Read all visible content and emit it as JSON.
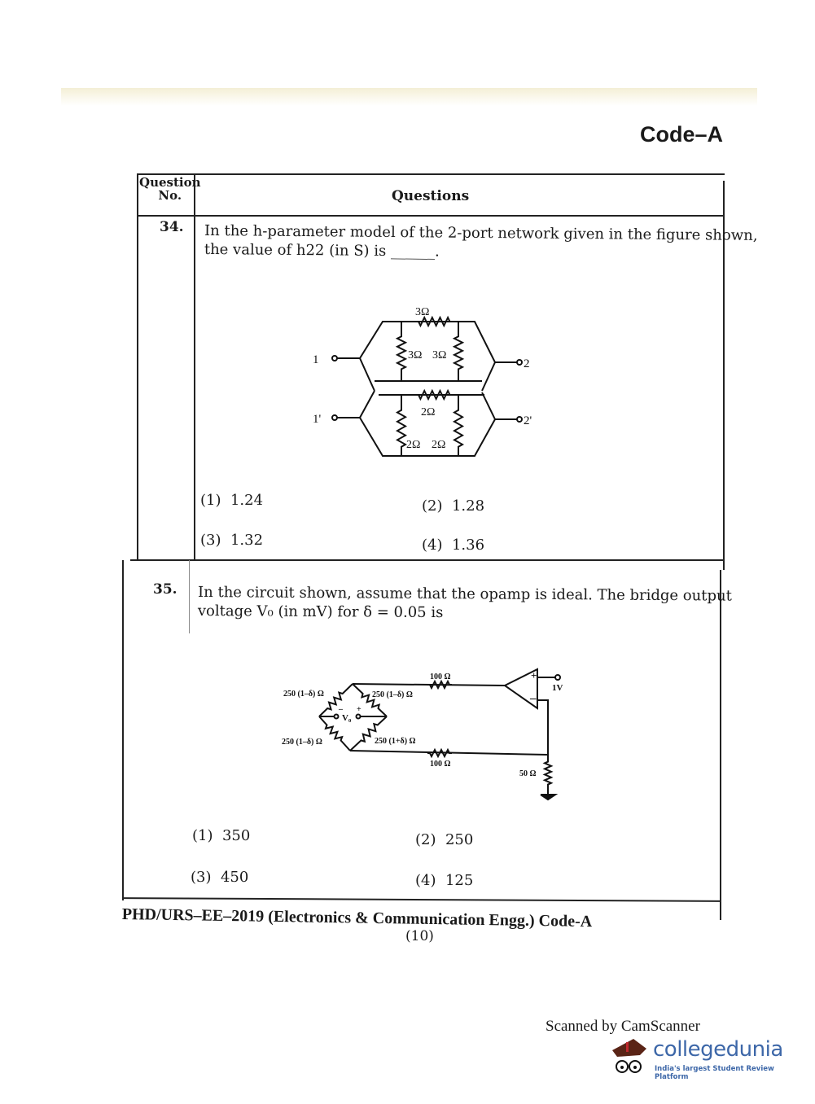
{
  "header": {
    "code": "Code–A"
  },
  "table": {
    "col_question_no": "Question No.",
    "col_question_no_line1": "Question",
    "col_question_no_line2": "No.",
    "col_questions": "Questions"
  },
  "questions": [
    {
      "number": "34.",
      "text_line1": "In the h-parameter model of the 2-port network given in the figure shown,",
      "text_line2": "the value of h22 (in S) is ______.",
      "figure": {
        "terminals": [
          "1",
          "1'",
          "2",
          "2'"
        ],
        "resistors": [
          "3Ω",
          "3Ω",
          "3Ω",
          "2Ω",
          "2Ω",
          "2Ω"
        ]
      },
      "options": [
        {
          "label": "(1)",
          "value": "1.24"
        },
        {
          "label": "(2)",
          "value": "1.28"
        },
        {
          "label": "(3)",
          "value": "1.32"
        },
        {
          "label": "(4)",
          "value": "1.36"
        }
      ]
    },
    {
      "number": "35.",
      "text_line1": "In the circuit shown, assume that the opamp is ideal. The bridge output",
      "text_line2": "voltage V₀ (in mV) for δ = 0.05 is",
      "figure": {
        "bridge_resistors": [
          "250 (1–δ) Ω",
          "250 (1–δ) Ω",
          "250 (1–δ) Ω",
          "250 (1+δ) Ω"
        ],
        "series_resistors": [
          "100 Ω",
          "100 Ω"
        ],
        "ground_resistor": "50 Ω",
        "source": "1V",
        "output_label": "V₀",
        "plus": "+",
        "minus": "–"
      },
      "options": [
        {
          "label": "(1)",
          "value": "350"
        },
        {
          "label": "(2)",
          "value": "250"
        },
        {
          "label": "(3)",
          "value": "450"
        },
        {
          "label": "(4)",
          "value": "125"
        }
      ]
    }
  ],
  "footer": {
    "exam": "PHD/URS–EE–2019 (Electronics & Communication Engg.) Code-A",
    "page": "(10)"
  },
  "watermark": {
    "scanner": "Scanned by CamScanner",
    "brand": "collegedunia",
    "tagline": "India's largest Student Review Platform"
  }
}
